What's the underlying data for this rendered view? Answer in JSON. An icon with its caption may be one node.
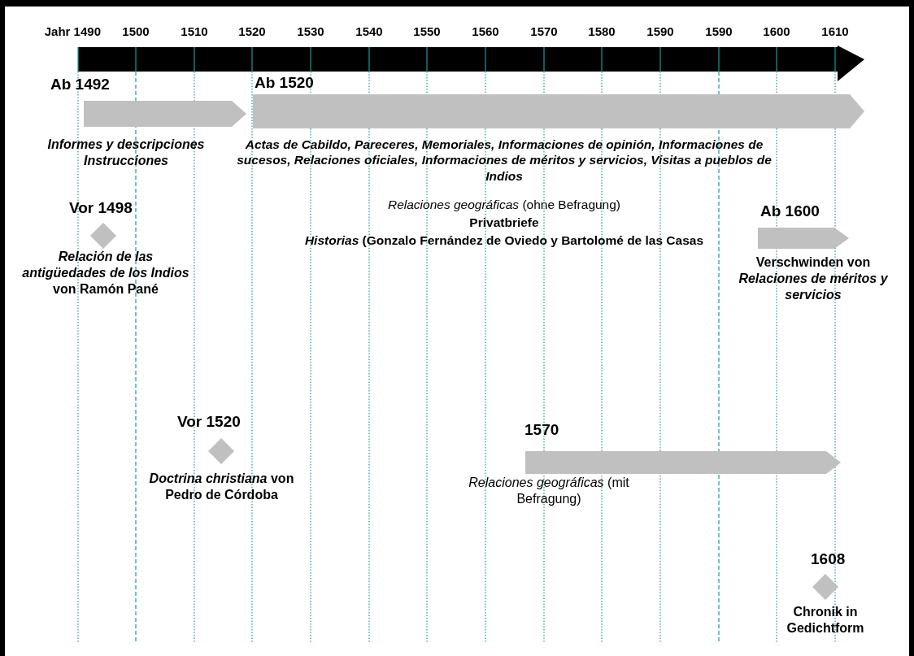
{
  "diagram": {
    "nodes": [
      {
        "text": [
          "Ab 1492"
        ],
        "beside": [
          "Informes y descripciones Instrucciones"
        ]
      },
      {
        "text": [
          "Ab 1520"
        ],
        "beside": [
          "Actas de Cabildo, Pareceres, Memoriales, Informaciones de opinión, Informaciones de sucesos, Relaciones oficiales, Informaciones de méritos y servicios, Visitas a pueblos de Indios",
          "*Relaciones geográficas* (ohne Befragung)",
          "Privatbriefe",
          "*Historias* (Gonzalo Fernández de Oviedo y Bartolomé de las Casas"
        ]
      },
      {
        "text": [
          "Vor 1498"
        ],
        "beside": [
          "*Relación de las antigüedades de los Indios* von Ramón Pané"
        ]
      },
      {
        "text": [
          "Ab 1600"
        ],
        "beside": [
          "Verschwinden von *Relaciones de méritos y servicios*"
        ]
      },
      {
        "text": [
          "Vor 1520"
        ],
        "beside": [
          "*Doctrina christiana* von Pedro de Córdoba"
        ]
      },
      {
        "text": [
          "1570"
        ],
        "beside": [
          "*Relaciones geográficas* (mit Befragung)"
        ]
      },
      {
        "text": [
          "1608"
        ],
        "beside": [
          "Chronik  in Gedichtform"
        ]
      }
    ],
    "labels": [
      "Jahr 1490",
      "1500",
      "1510",
      "1520",
      "1530",
      "1540",
      "1550",
      "1560",
      "1570",
      "1580",
      "1590",
      "1590",
      "1600",
      "1610"
    ]
  }
}
